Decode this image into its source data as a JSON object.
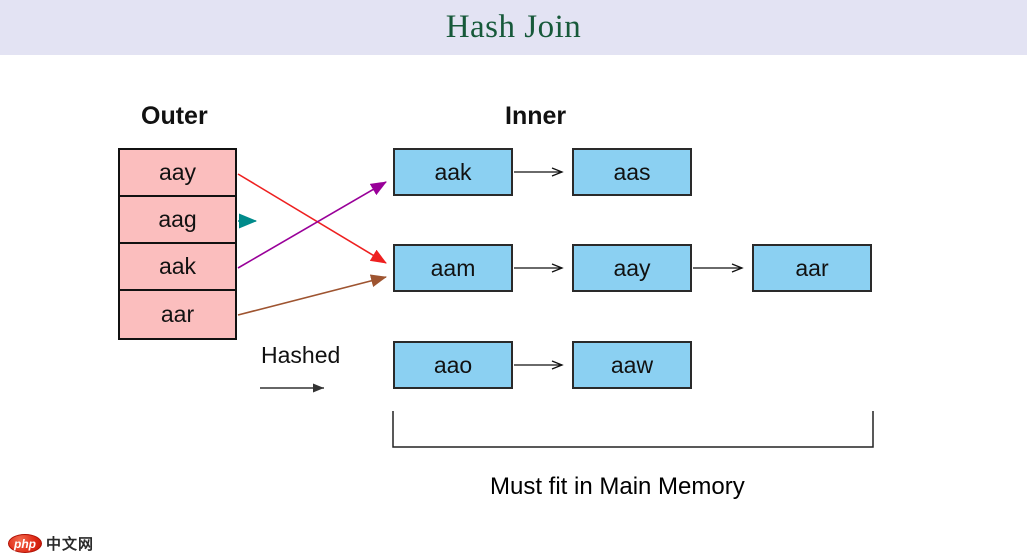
{
  "header": {
    "title": "Hash Join"
  },
  "labels": {
    "outer": "Outer",
    "inner": "Inner",
    "hashed": "Hashed",
    "caption": "Must fit in Main Memory"
  },
  "outer_rows": [
    "aay",
    "aag",
    "aak",
    "aar"
  ],
  "inner_chains": [
    [
      "aak",
      "aas"
    ],
    [
      "aam",
      "aay",
      "aar"
    ],
    [
      "aao",
      "aaw"
    ]
  ],
  "hash_arrows": [
    {
      "from": "outer-aay",
      "to": "inner-aam",
      "color": "#ee2020"
    },
    {
      "from": "outer-aag",
      "to": "hashed-stub",
      "color": "#008b8b"
    },
    {
      "from": "outer-aak",
      "to": "inner-aak",
      "color": "#990099"
    },
    {
      "from": "outer-aar",
      "to": "inner-aam",
      "color": "#9e5430"
    }
  ],
  "colors": {
    "header_bg": "#e3e3f3",
    "title_text": "#17593a",
    "outer_fill": "#fbbebe",
    "inner_fill": "#8bd0f2",
    "arrow_red": "#ee2020",
    "arrow_teal": "#008b8b",
    "arrow_purple": "#990099",
    "arrow_brown": "#9e5430"
  },
  "footer": {
    "logo_php": "php",
    "logo_cn": "中文网"
  }
}
